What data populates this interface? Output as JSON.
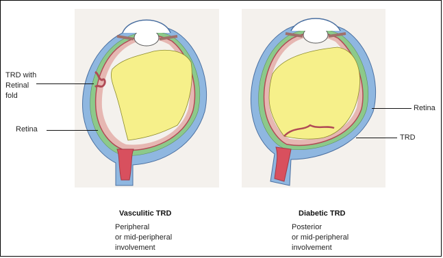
{
  "left_figure": {
    "labels": {
      "trd_fold_line1": "TRD with",
      "trd_fold_line2": "Retinal",
      "trd_fold_line3": "fold",
      "retina": "Retina"
    },
    "caption": {
      "title": "Vasculitic TRD",
      "line1": "Peripheral",
      "line2": "or mid-peripheral",
      "line3": "involvement"
    }
  },
  "right_figure": {
    "labels": {
      "retina": "Retina",
      "trd": "TRD"
    },
    "caption": {
      "title": "Diabetic TRD",
      "line1": "Posterior",
      "line2": "or mid-peripheral",
      "line3": "involvement"
    }
  },
  "colors": {
    "vitreous": "#f6f08a",
    "retina": "#c9636b",
    "sclera": "#8fb7e0",
    "choroid": "#8cc98a",
    "optic_nerve": "#d8505e",
    "panel_bg": "#f4f1ed"
  }
}
